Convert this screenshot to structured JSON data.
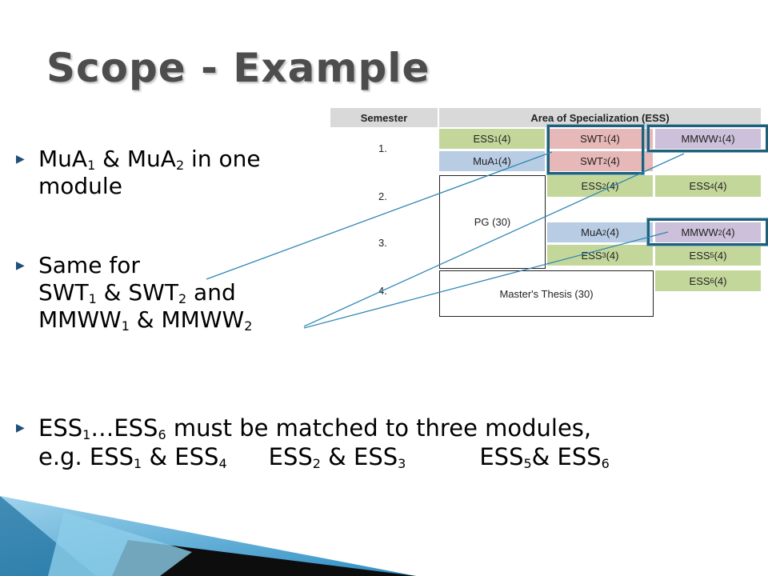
{
  "title": "Scope - Example",
  "bullets": {
    "b1": {
      "line1": [
        "MuA",
        "1",
        " & MuA",
        "2",
        " in one"
      ],
      "line2": "module"
    },
    "b2": {
      "line1": "Same for",
      "line2": [
        "SWT",
        "1",
        " & SWT",
        "2",
        " and"
      ],
      "line3": [
        "MMWW",
        "1",
        " & MMWW",
        "2"
      ]
    },
    "b3": {
      "line1": [
        "ESS",
        "1",
        "…ESS",
        "6",
        " must be matched to three modules,"
      ],
      "line2": [
        "e.g. ESS",
        "1",
        " & ESS",
        "4",
        "ESS",
        "2",
        " & ESS",
        "3",
        "ESS",
        "5",
        "& ESS",
        "6"
      ]
    }
  },
  "table": {
    "header_semester": "Semester",
    "header_area": "Area of Specialization (ESS)",
    "semesters": [
      "1.",
      "2.",
      "3.",
      "4."
    ],
    "cells": {
      "ess1": [
        "ESS",
        "1",
        " (4)"
      ],
      "swt1": [
        "SWT",
        "1",
        " (4)"
      ],
      "mmww1": [
        "MMWW",
        "1",
        " (4)"
      ],
      "mua1": [
        "MuA",
        "1",
        " (4)"
      ],
      "swt2": [
        "SWT",
        "2",
        " (4)"
      ],
      "ess2": [
        "ESS",
        "2",
        " (4)"
      ],
      "ess4": [
        "ESS",
        "4",
        " (4)"
      ],
      "pg": "PG (30)",
      "mua2": [
        "MuA",
        "2",
        " (4)"
      ],
      "mmww2": [
        "MMWW",
        "2",
        " (4)"
      ],
      "ess3": [
        "ESS",
        "3",
        " (4)"
      ],
      "ess5": [
        "ESS",
        "5",
        " (4)"
      ],
      "ess6": [
        "ESS",
        "6",
        " (4)"
      ],
      "thesis": "Master's Thesis (30)"
    }
  },
  "colors": {
    "title": "#4d4d4d",
    "bullet_arrow": "#1f4e79",
    "green": "#c4d79b",
    "blue": "#b8cce4",
    "red": "#e6b8b7",
    "purple": "#ccc0da",
    "highlight": "#1f5f7a",
    "connector": "#2e86b5"
  }
}
